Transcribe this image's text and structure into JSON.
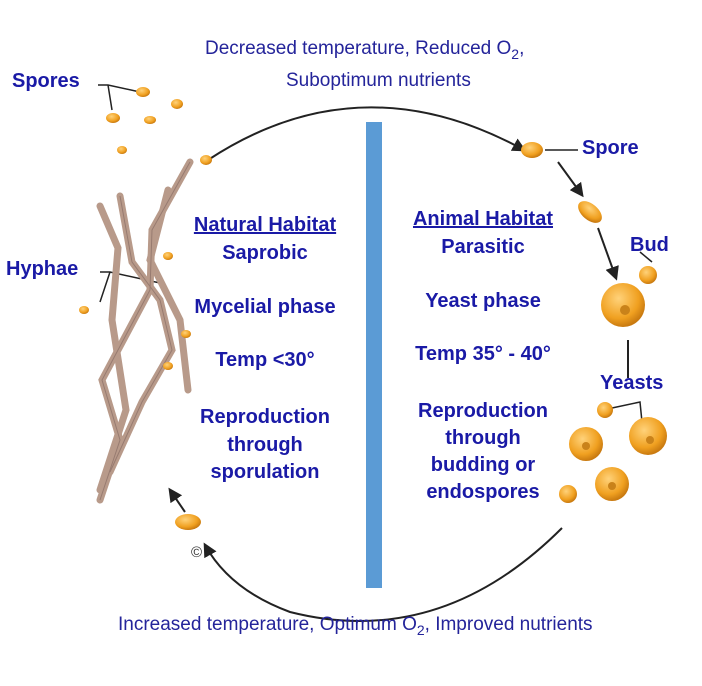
{
  "top_caption": {
    "line1_prefix": "Decreased temperature, Reduced O",
    "line1_sub": "2",
    "line1_suffix": ",",
    "line2": "Suboptimum nutrients"
  },
  "bottom_caption": {
    "prefix": "Increased temperature, Optimum O",
    "sub": "2",
    "suffix": ", Improved nutrients"
  },
  "labels": {
    "spores": "Spores",
    "hyphae": "Hyphae",
    "spore": "Spore",
    "bud": "Bud",
    "yeasts": "Yeasts",
    "copyright": "©"
  },
  "left_panel": {
    "habitat": "Natural Habitat",
    "mode": "Saprobic",
    "phase": "Mycelial phase",
    "temp": "Temp <30°",
    "repro": [
      "Reproduction",
      "through",
      "sporulation"
    ]
  },
  "right_panel": {
    "habitat": "Animal Habitat",
    "mode": "Parasitic",
    "phase": "Yeast phase",
    "temp": "Temp 35° - 40°",
    "repro": [
      "Reproduction",
      "through",
      "budding or",
      "endospores"
    ]
  },
  "colors": {
    "text": "#1a1aa6",
    "divider": "#5b9bd5",
    "cell": "#f0a020",
    "hyphae": "#b89a8a"
  }
}
